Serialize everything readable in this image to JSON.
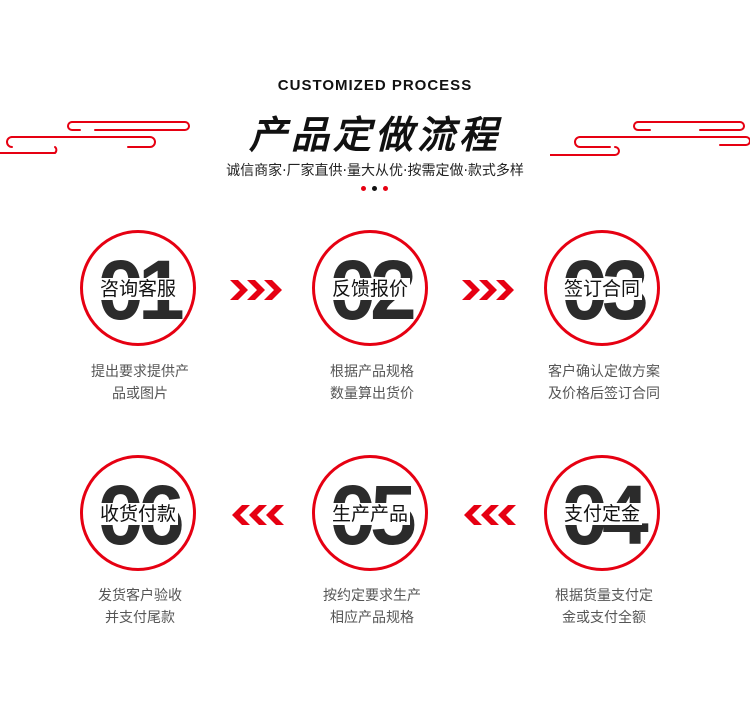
{
  "header": {
    "subtitle_en": "CUSTOMIZED PROCESS",
    "title_cn": "产品定做流程",
    "tagline": "诚信商家·厂家直供·量大从优·按需定做·款式多样"
  },
  "colors": {
    "accent": "#e60012",
    "dark": "#2b2b2b",
    "text": "#555555"
  },
  "steps": [
    {
      "num": "01",
      "label": "咨询客服",
      "desc_line1": "提出要求提供产",
      "desc_line2": "品或图片"
    },
    {
      "num": "02",
      "label": "反馈报价",
      "desc_line1": "根据产品规格",
      "desc_line2": "数量算出货价"
    },
    {
      "num": "03",
      "label": "签订合同",
      "desc_line1": "客户确认定做方案",
      "desc_line2": "及价格后签订合同"
    },
    {
      "num": "04",
      "label": "支付定金",
      "desc_line1": "根据货量支付定",
      "desc_line2": "金或支付全额"
    },
    {
      "num": "05",
      "label": "生产产品",
      "desc_line1": "按约定要求生产",
      "desc_line2": "相应产品规格"
    },
    {
      "num": "06",
      "label": "收货付款",
      "desc_line1": "发货客户验收",
      "desc_line2": "并支付尾款"
    }
  ]
}
